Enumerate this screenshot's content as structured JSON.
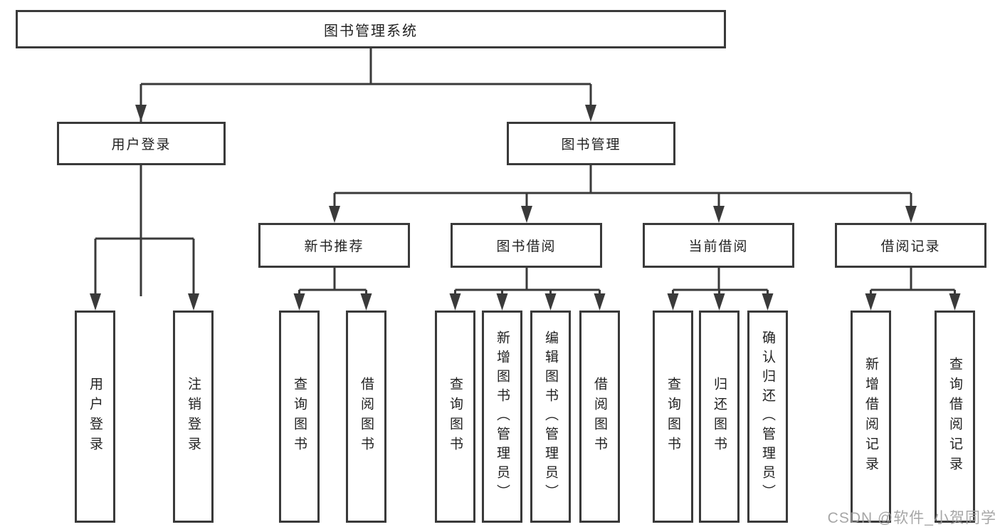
{
  "diagram_type": "hierarchy",
  "colors": {
    "line": "#3a3a3a",
    "border": "#3a3a3a",
    "text": "#222222",
    "background": "#ffffff",
    "watermark": "#9e9e9e"
  },
  "nodes": {
    "root": {
      "label": "图书管理系统"
    },
    "level1": [
      {
        "label": "用户登录",
        "parent": "图书管理系统"
      },
      {
        "label": "图书管理",
        "parent": "图书管理系统"
      }
    ],
    "level2": [
      {
        "label": "新书推荐",
        "parent": "图书管理"
      },
      {
        "label": "图书借阅",
        "parent": "图书管理"
      },
      {
        "label": "当前借阅",
        "parent": "图书管理"
      },
      {
        "label": "借阅记录",
        "parent": "图书管理"
      }
    ],
    "leaves": [
      {
        "label": "用户登录",
        "parent": "用户登录"
      },
      {
        "label": "注销登录",
        "parent": "用户登录"
      },
      {
        "label": "查询图书",
        "parent": "新书推荐"
      },
      {
        "label": "借阅图书",
        "parent": "新书推荐"
      },
      {
        "label": "查询图书",
        "parent": "图书借阅"
      },
      {
        "label": "新增图书（管理员）",
        "parent": "图书借阅"
      },
      {
        "label": "编辑图书（管理员）",
        "parent": "图书借阅"
      },
      {
        "label": "借阅图书",
        "parent": "图书借阅"
      },
      {
        "label": "查询图书",
        "parent": "当前借阅"
      },
      {
        "label": "归还图书",
        "parent": "当前借阅"
      },
      {
        "label": "确认归还（管理员）",
        "parent": "当前借阅"
      },
      {
        "label": "新增借阅记录",
        "parent": "借阅记录"
      },
      {
        "label": "查询借阅记录",
        "parent": "借阅记录"
      }
    ]
  },
  "watermark": "CSDN @软件_小贺同学"
}
